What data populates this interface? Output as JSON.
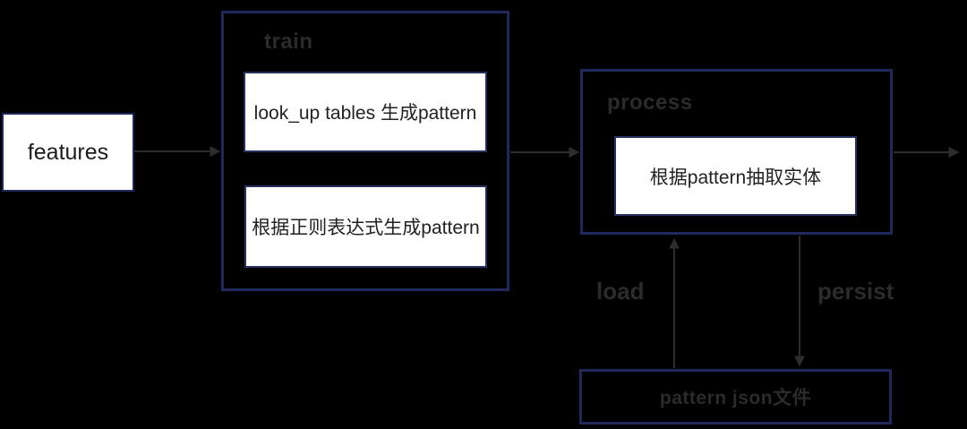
{
  "diagram": {
    "nodes": {
      "features": {
        "label": "features"
      },
      "train": {
        "label": "train",
        "items": [
          {
            "label": "look_up tables 生成pattern"
          },
          {
            "label": "根据正则表达式生成pattern"
          }
        ]
      },
      "process": {
        "label": "process",
        "items": [
          {
            "label": "根据pattern抽取实体"
          }
        ]
      },
      "pattern_json": {
        "label": "pattern json文件"
      }
    },
    "edge_labels": {
      "load": "load",
      "persist": "persist"
    },
    "edges": [
      {
        "from": "features",
        "to": "train"
      },
      {
        "from": "train",
        "to": "process"
      },
      {
        "from": "process",
        "to": "output-right"
      },
      {
        "from": "pattern_json",
        "to": "process",
        "label": "load"
      },
      {
        "from": "process",
        "to": "pattern_json",
        "label": "persist"
      }
    ],
    "colors": {
      "background": "#000000",
      "box_border": "#1f2a5a",
      "node_fill": "#ffffff",
      "node_text": "#222222",
      "muted_label_text": "#2b2b2b",
      "arrow": "#2d2d2d"
    }
  }
}
